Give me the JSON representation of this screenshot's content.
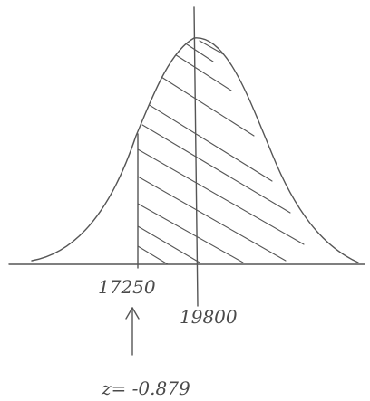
{
  "labels": {
    "x_left": "17250",
    "x_mean": "19800",
    "arrow_glyph": "↑",
    "z_value": "z= -0.879"
  },
  "colors": {
    "ink": "#555555",
    "background": "#ffffff"
  }
}
